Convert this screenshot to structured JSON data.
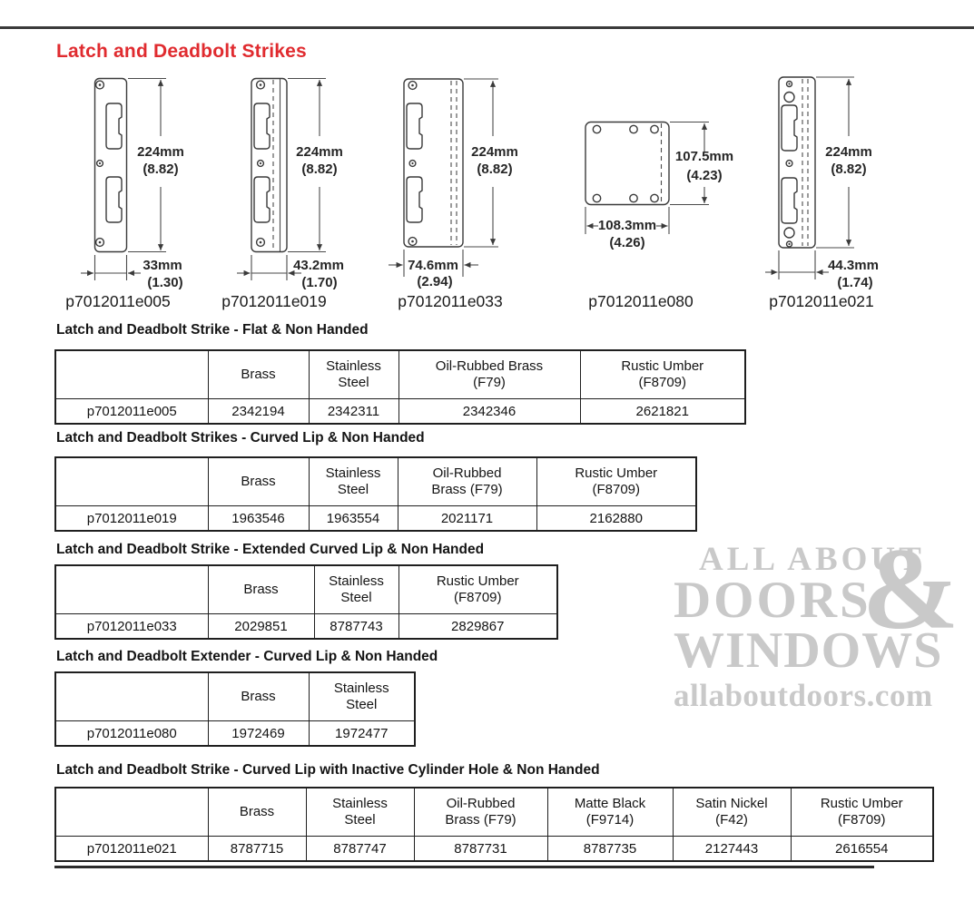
{
  "header": {
    "title": "Latch and Deadbolt Strikes",
    "accent_color": "#e02b2f"
  },
  "diagrams": [
    {
      "part": "p7012011e005",
      "height_mm": "224mm",
      "height_in": "(8.82)",
      "width_mm": "33mm",
      "width_in": "(1.30)"
    },
    {
      "part": "p7012011e019",
      "height_mm": "224mm",
      "height_in": "(8.82)",
      "width_mm": "43.2mm",
      "width_in": "(1.70)"
    },
    {
      "part": "p7012011e033",
      "height_mm": "224mm",
      "height_in": "(8.82)",
      "width_mm": "74.6mm",
      "width_in": "(2.94)"
    },
    {
      "part": "p7012011e080",
      "height_mm": "107.5mm",
      "height_in": "(4.23)",
      "width_mm": "108.3mm",
      "width_in": "(4.26)"
    },
    {
      "part": "p7012011e021",
      "height_mm": "224mm",
      "height_in": "(8.82)",
      "width_mm": "44.3mm",
      "width_in": "(1.74)"
    }
  ],
  "sections": [
    {
      "heading": "Latch and Deadbolt Strike - Flat & Non Handed",
      "columns": [
        "",
        "Brass",
        "Stainless\nSteel",
        "Oil-Rubbed Brass\n(F79)",
        "Rustic Umber\n(F8709)"
      ],
      "rows": [
        [
          "p7012011e005",
          "2342194",
          "2342311",
          "2342346",
          "2621821"
        ]
      ]
    },
    {
      "heading": "Latch and Deadbolt Strikes - Curved Lip & Non Handed",
      "columns": [
        "",
        "Brass",
        "Stainless\nSteel",
        "Oil-Rubbed\nBrass (F79)",
        "Rustic Umber\n(F8709)"
      ],
      "rows": [
        [
          "p7012011e019",
          "1963546",
          "1963554",
          "2021171",
          "2162880"
        ]
      ]
    },
    {
      "heading": "Latch and Deadbolt Strike - Extended Curved Lip & Non Handed",
      "columns": [
        "",
        "Brass",
        "Stainless\nSteel",
        "Rustic Umber\n(F8709)"
      ],
      "rows": [
        [
          "p7012011e033",
          "2029851",
          "8787743",
          "2829867"
        ]
      ]
    },
    {
      "heading": "Latch and Deadbolt Extender - Curved Lip & Non Handed",
      "columns": [
        "",
        "Brass",
        "Stainless\nSteel"
      ],
      "rows": [
        [
          "p7012011e080",
          "1972469",
          "1972477"
        ]
      ]
    },
    {
      "heading": "Latch and Deadbolt Strike - Curved Lip with Inactive Cylinder Hole & Non Handed",
      "columns": [
        "",
        "Brass",
        "Stainless\nSteel",
        "Oil-Rubbed\nBrass (F79)",
        "Matte Black\n(F9714)",
        "Satin Nickel\n(F42)",
        "Rustic Umber\n(F8709)"
      ],
      "rows": [
        [
          "p7012011e021",
          "8787715",
          "8787747",
          "8787731",
          "8787735",
          "2127443",
          "2616554"
        ]
      ]
    }
  ],
  "watermark": {
    "line1": "ALL ABOUT",
    "line2": "DOORS",
    "amp": "&",
    "line3": "WINDOWS",
    "line4": "allaboutdoors.com"
  }
}
